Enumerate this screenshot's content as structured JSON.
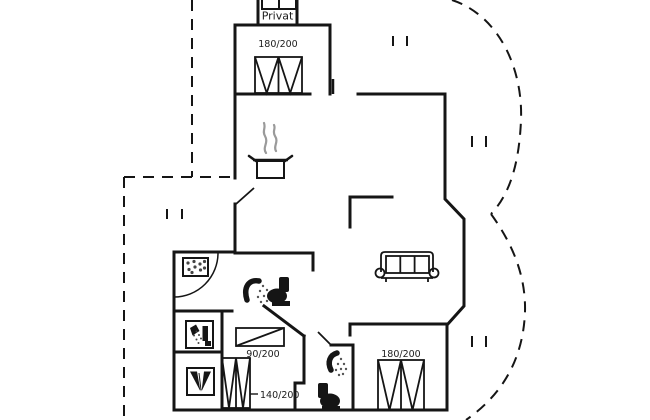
{
  "plan": {
    "type": "floor-plan",
    "background": "#ffffff",
    "line_color": "#151515",
    "steam_color": "#9a9a9a",
    "labels": {
      "private_room": "Privat",
      "bed_top": "180/200",
      "bed_bottom_right": "180/200",
      "bed_single": "90/200",
      "bed_mid": "140/200"
    },
    "icons": [
      "stove-pot-icon",
      "sofa-icon",
      "shower-icon-bath1",
      "toilet-icon-bath1",
      "shower-icon-bath2",
      "toilet-icon-bath2",
      "whirlpool-icon",
      "sauna-icon",
      "fireplace-icon"
    ]
  }
}
